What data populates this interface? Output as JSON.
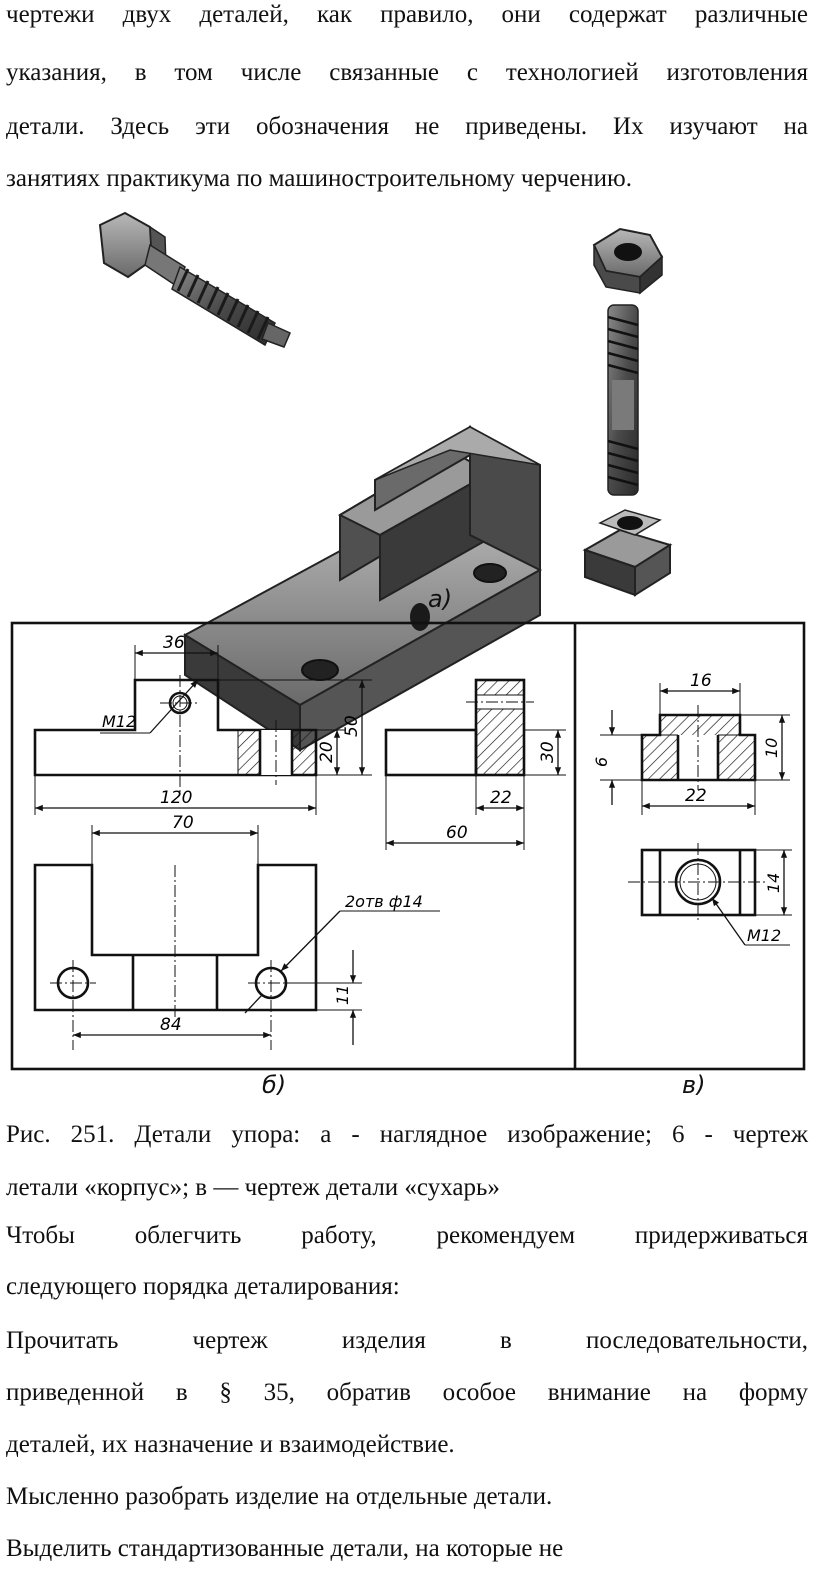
{
  "intro_lines": [
    "чертежи двух деталей, как правило, они содержат различные",
    "указания, в том числе связанные с технологией изготовления",
    "детали. Здесь эти обозначения не приведены. Их изучают на",
    "занятиях практикума по машиностроительному черчению."
  ],
  "figure": {
    "label_a": "а)",
    "label_b": "б)",
    "label_v": "в)",
    "dims_b": {
      "d36": "36",
      "m12": "M12",
      "d50": "50",
      "d20": "20",
      "d120": "120",
      "d30": "30",
      "d22": "22",
      "d60": "60",
      "d70": "70",
      "holes": "2отв ф14",
      "d11": "11",
      "d84": "84"
    },
    "dims_v": {
      "d16": "16",
      "d6": "6",
      "d10": "10",
      "d22": "22",
      "d14": "14",
      "m12": "M12"
    }
  },
  "caption_lines": [
    "Рис. 251. Детали упора: а - наглядное изображение; 6 - чертеж",
    "летали «корпус»; в — чертеж детали «сухарь»"
  ],
  "body_lines": [
    "Чтобы облегчить работу, рекомендуем придерживаться",
    "следующего порядка деталирования:",
    "Прочитать чертеж изделия в последовательности,",
    "приведенной в § 35, обратив особое внимание на форму",
    "деталей, их назначение и взаимодействие.",
    "Мысленно разобрать изделие на отдельные детали.",
    "Выделить стандартизованные детали, на которые не"
  ]
}
